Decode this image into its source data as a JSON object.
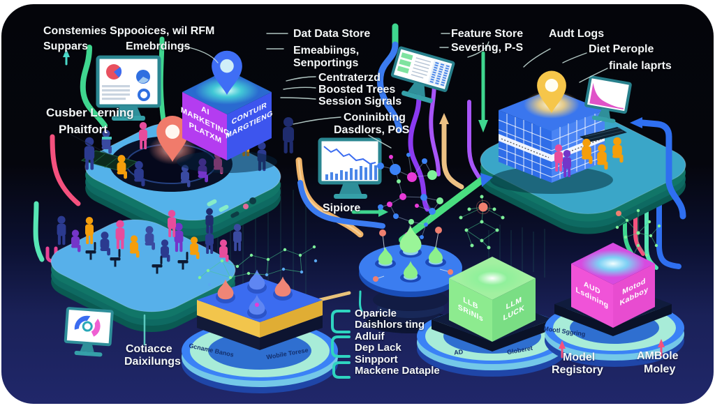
{
  "colors": {
    "background": "#05060d",
    "panel_navy": "#1e2563",
    "platform_teal": "#128074",
    "platform_top_blue": "#52b0e8",
    "cube_purple": "#b43cf0",
    "cube_blue": "#3d55ee",
    "cube_green": "#86e98c",
    "cube_magenta": "#f053d8",
    "pipe_green": "#3fd68f",
    "pipe_orange": "#f0b469",
    "pipe_blue": "#3b7bf0",
    "pipe_purple": "#8b3af0",
    "pipe_pink": "#f4517e",
    "ring_blue": "#3b82f6",
    "ring_mint": "#a8ecd8",
    "pin_red": "#f07b6b",
    "pin_blue": "#3f6ef5",
    "pin_yellow": "#f6c64a",
    "label_white": "#f4f7f8"
  },
  "labels": {
    "tl1": "Constemies Sppooices, wil RFM",
    "tl2": "Suppars",
    "tl3": "Emebrdings",
    "left1": "Cusber Lerning",
    "left2": "Phaitfort",
    "ds": "Dat Data Store",
    "em1": "Emeabiings,",
    "em2": "Senportings",
    "c1": "Centraterzd",
    "c2": "Boosted Trees",
    "c3": "Session Sigrals",
    "cb1": "Coninibting",
    "cb2": "Dasdlors, PoS",
    "fs1": "Feature Store",
    "fs2": "Severing, P-S",
    "audit": "Audt Logs",
    "diet": "Diet Perople",
    "finale": "finale laprts",
    "sipiore": "Sipiore",
    "list": [
      "Oparicle",
      "Daishlors ting",
      "Adluif",
      "Dep Lack",
      "Sinpport",
      "Mackene Dataple"
    ],
    "cot1": "Cotiacce",
    "cot2": "Daixilungs",
    "mr1": "Model",
    "mr2": "Registory",
    "am1": "AMBole",
    "am2": "Moley"
  },
  "cubes": {
    "marketing": {
      "l1": "AI",
      "l2": "MARKETING",
      "l3": "PLATXM",
      "r1": "CONTUIR",
      "r2": "MARGTIENG"
    },
    "llm": {
      "l1": "LLB",
      "l2": "SRiNls",
      "r1": "LLM",
      "r2": "LUCK"
    },
    "model": {
      "l1": "AUD",
      "l2": "Lsdining",
      "r1": "Motod",
      "r2": "Kabboy"
    }
  },
  "rings": {
    "llm_left": "AD",
    "llm_right": "Globeret",
    "model": "Mootl Sggring",
    "lego_left": "Gcname Banos",
    "lego_right": "Wobile Torese"
  }
}
